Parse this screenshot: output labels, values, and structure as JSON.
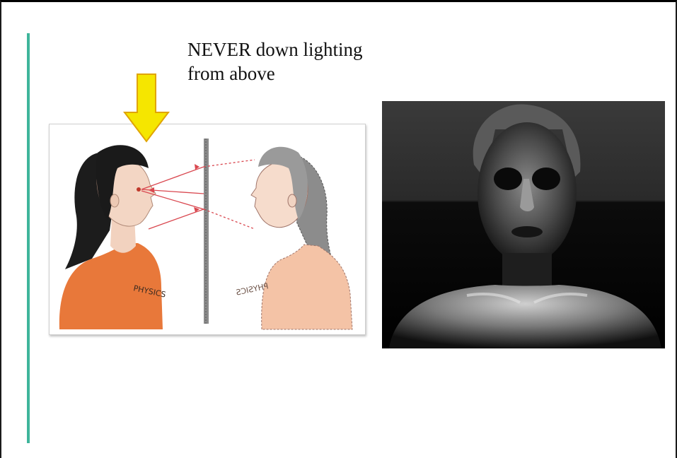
{
  "slide": {
    "caption_lines": [
      "NEVER down lighting",
      "from above"
    ],
    "accent_color": "#3fb59b"
  },
  "diagram": {
    "left_shirt_label": "PHYSICS",
    "right_shirt_label": "PHYSICS",
    "arrow_color": "#f5e600",
    "arrow_outline": "#e0a400",
    "ray_color": "#d9474f"
  },
  "photo": {
    "description_icon": "portrait-photo-icon"
  }
}
